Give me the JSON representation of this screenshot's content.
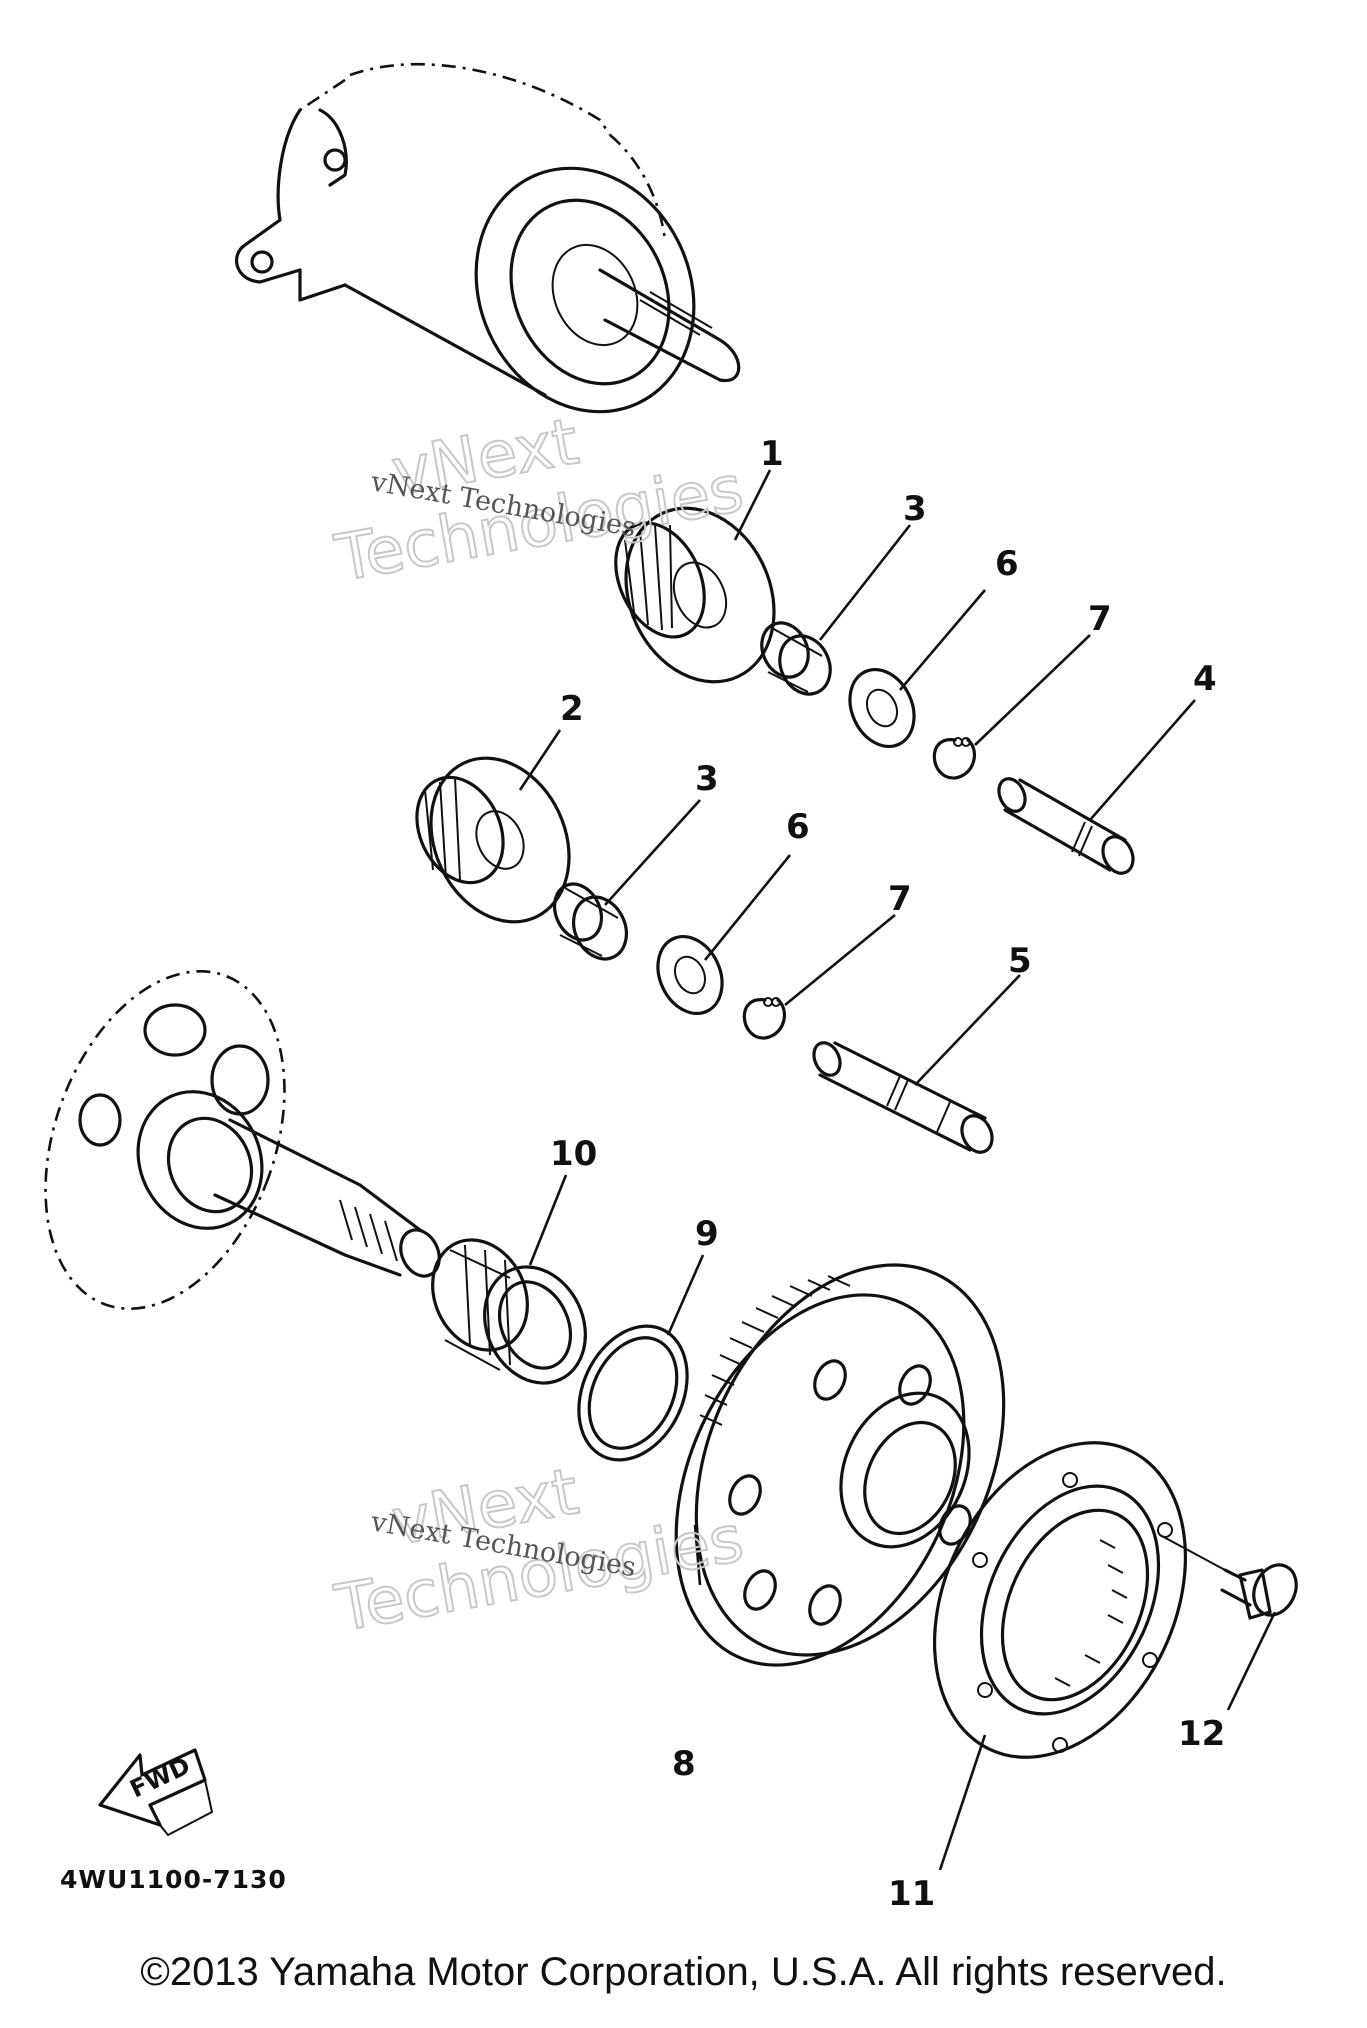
{
  "callouts": [
    {
      "id": "1",
      "label": "1"
    },
    {
      "id": "2",
      "label": "2"
    },
    {
      "id": "3a",
      "label": "3"
    },
    {
      "id": "3b",
      "label": "3"
    },
    {
      "id": "4",
      "label": "4"
    },
    {
      "id": "5",
      "label": "5"
    },
    {
      "id": "6a",
      "label": "6"
    },
    {
      "id": "6b",
      "label": "6"
    },
    {
      "id": "7a",
      "label": "7"
    },
    {
      "id": "7b",
      "label": "7"
    },
    {
      "id": "8",
      "label": "8"
    },
    {
      "id": "9",
      "label": "9"
    },
    {
      "id": "10",
      "label": "10"
    },
    {
      "id": "11",
      "label": "11"
    },
    {
      "id": "12",
      "label": "12"
    }
  ],
  "watermark": {
    "brand_line1": "vNext",
    "brand_line2": "Technologies",
    "caption": "vNext Technologies"
  },
  "direction_label": "FWD",
  "diagram_code": "4WU1100-7130",
  "copyright": "©2013 Yamaha Motor Corporation, U.S.A. All rights reserved."
}
